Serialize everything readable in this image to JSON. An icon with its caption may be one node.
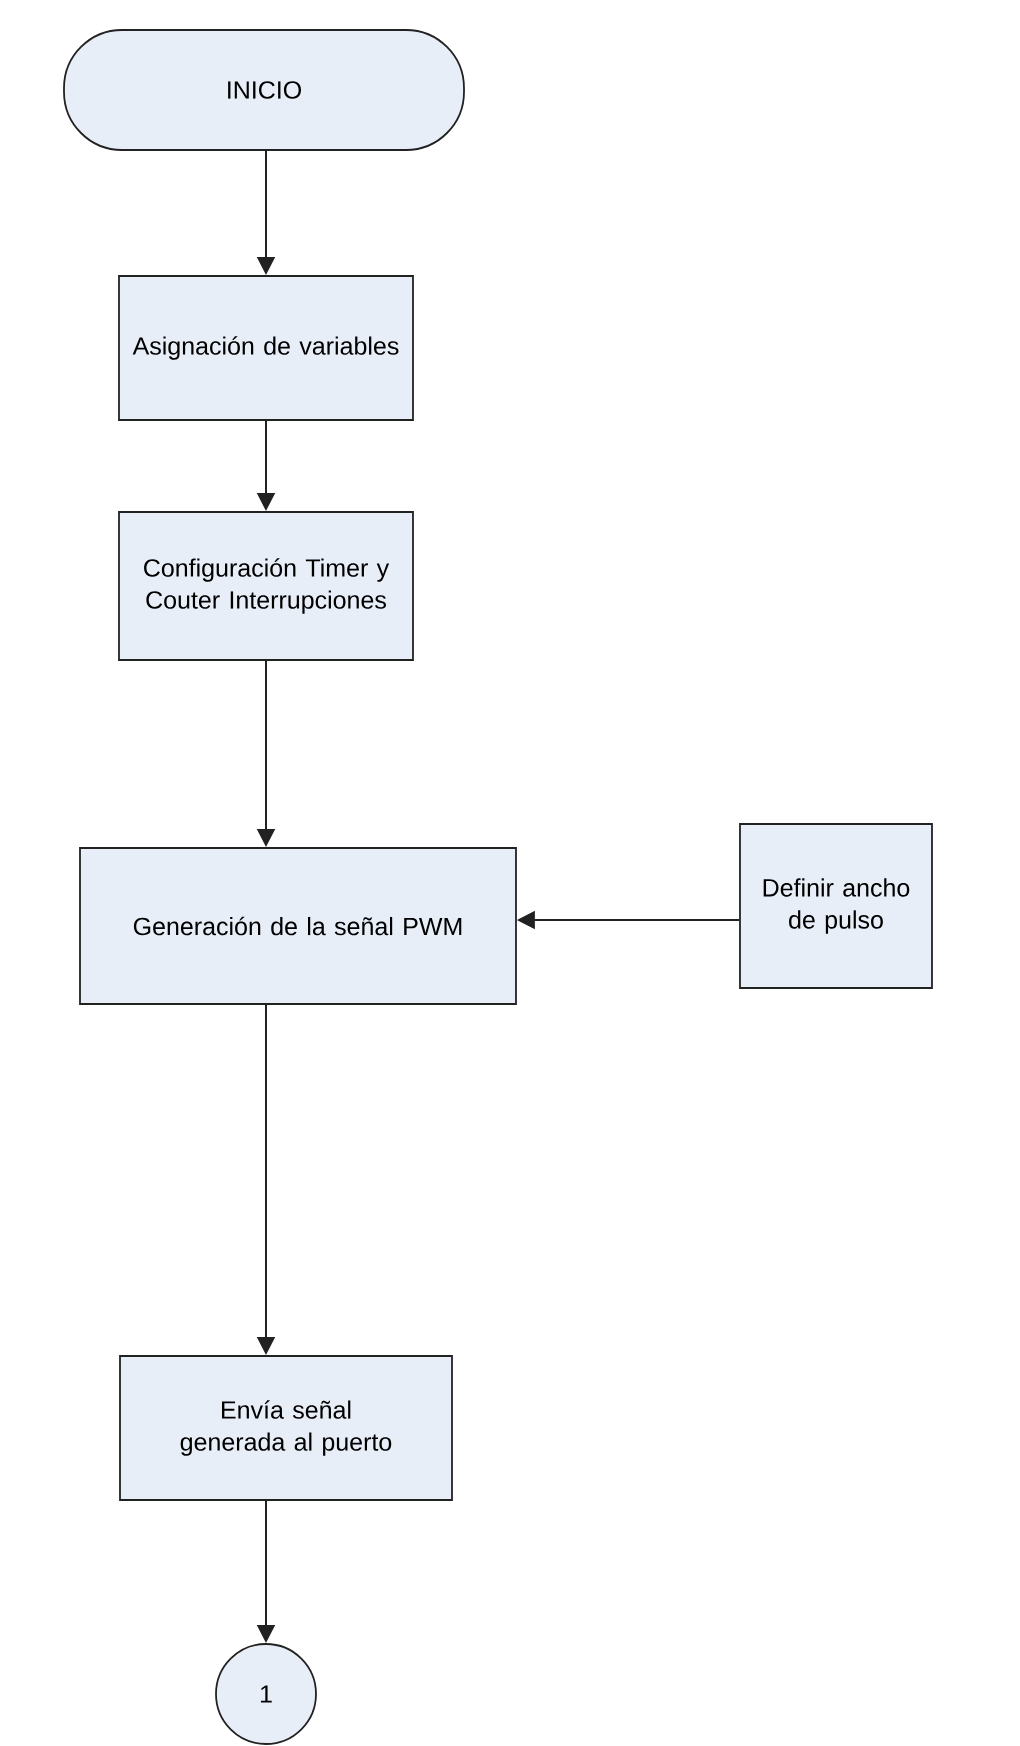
{
  "diagram": {
    "nodes": [
      {
        "text": [
          "INICIO"
        ]
      },
      {
        "text": [
          "Asignación de variables"
        ]
      },
      {
        "text": [
          "Configuración Timer y Couter Interrupciones"
        ]
      },
      {
        "text": [
          "Generación de la señal PWM"
        ]
      },
      {
        "text": [
          "Definir ancho de pulso"
        ]
      },
      {
        "text": [
          "Envía señal generada al puerto"
        ]
      },
      {
        "text": [
          "1"
        ]
      }
    ],
    "edges": [
      {
        "from": 0,
        "to": 1,
        "arrow": "to"
      },
      {
        "from": 1,
        "to": 2,
        "arrow": "to"
      },
      {
        "from": 2,
        "to": 3,
        "arrow": "to"
      },
      {
        "from": 4,
        "to": 3,
        "arrow": "to"
      },
      {
        "from": 3,
        "to": 5,
        "arrow": "to"
      },
      {
        "from": 5,
        "to": 6,
        "arrow": "to"
      }
    ]
  }
}
